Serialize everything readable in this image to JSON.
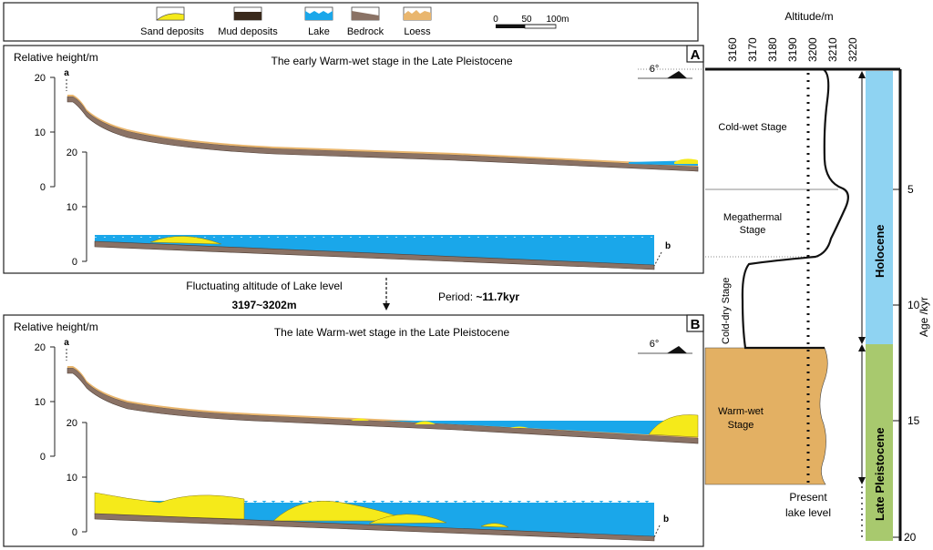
{
  "legend": {
    "items": [
      {
        "label": "Sand deposits",
        "icon": "sand-deposits-swatch"
      },
      {
        "label": "Mud deposits",
        "icon": "mud-deposits-swatch"
      },
      {
        "label": "Lake",
        "icon": "lake-swatch"
      },
      {
        "label": "Bedrock",
        "icon": "bedrock-swatch"
      },
      {
        "label": "Loess",
        "icon": "loess-swatch"
      }
    ],
    "scale_ticks": [
      "0",
      "50",
      "100m"
    ]
  },
  "panel_a": {
    "letter": "A",
    "title": "The early  Warm-wet stage in the Late Pleistocene",
    "y_label": "Relative height/m",
    "upper_ticks": [
      "20",
      "10",
      "0"
    ],
    "lower_ticks": [
      "20",
      "10",
      "0"
    ],
    "slope": "6°",
    "point_start": "a",
    "point_end": "b"
  },
  "middle": {
    "fluctuation_label": "Fluctuating altitude of Lake level",
    "fluctuation_range": "3197~3202m",
    "period_label": "Period: ",
    "period_value": "~11.7kyr"
  },
  "panel_b": {
    "letter": "B",
    "title": "The late  Warm-wet stage in the Late Pleistocene",
    "y_label": "Relative height/m",
    "upper_ticks": [
      "20",
      "10",
      "0"
    ],
    "lower_ticks": [
      "20",
      "10",
      "0"
    ],
    "slope": "6°",
    "point_start": "a",
    "point_end": "b"
  },
  "curve": {
    "top_axis_label": "Altitude/m",
    "top_ticks": [
      "3160",
      "3170",
      "3180",
      "3190",
      "3200",
      "3210",
      "3220"
    ],
    "right_axis_label": "Age /kyr",
    "right_ticks": [
      "5",
      "10",
      "15",
      "20"
    ],
    "stages": [
      "Cold-wet Stage",
      "Megathermal",
      "Stage",
      "Cold-dry Stage",
      "Warm-wet",
      "Stage"
    ],
    "epochs": [
      "Holocene",
      "Late Pleistocene"
    ],
    "present_label_1": "Present",
    "present_label_2": "lake level",
    "colors": {
      "holocene": "#8fd3f2",
      "pleistocene": "#a8c96e",
      "warm_wet": "#e3b063"
    }
  },
  "colors": {
    "sand": "#f5ea1a",
    "mud": "#3a2a1c",
    "lake": "#1aa7ea",
    "bedrock": "#8a7265",
    "loess": "#e9b66e"
  }
}
